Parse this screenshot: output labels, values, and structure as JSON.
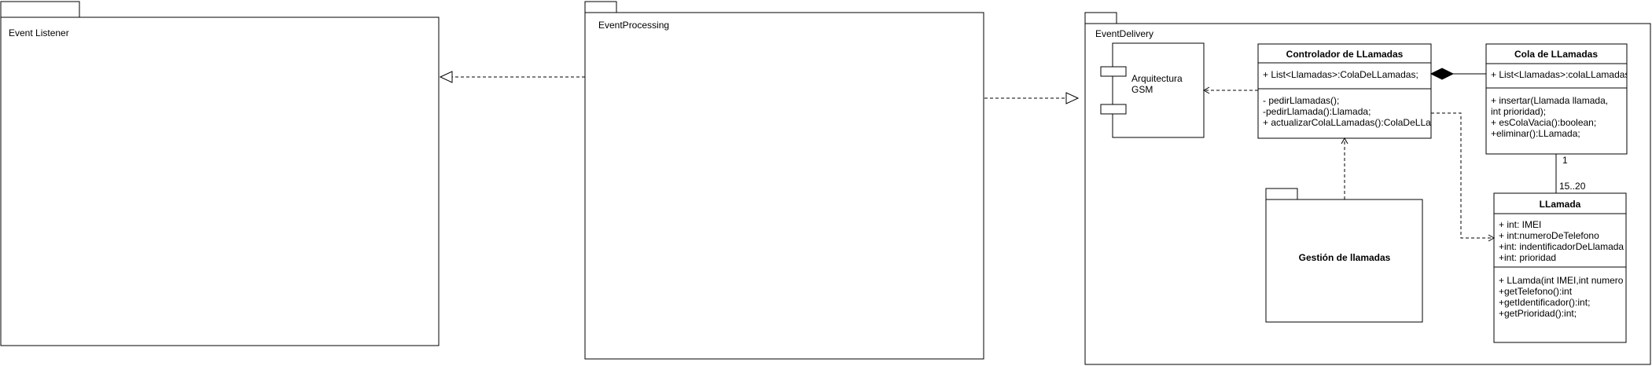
{
  "packages": {
    "event_listener": {
      "label": "Event Listener"
    },
    "event_processing": {
      "label": "EventProcessing"
    },
    "event_delivery": {
      "label": "EventDelivery"
    },
    "gestion": {
      "label": "Gestión de llamadas"
    }
  },
  "component": {
    "label_line1": "Arquitectura",
    "label_line2": "GSM"
  },
  "classes": {
    "controlador": {
      "name": "Controlador de LLamadas",
      "attributes": [
        "+ List<Llamadas>:ColaDeLLamadas;"
      ],
      "methods": [
        "- pedirLlamadas();",
        "-pedirLlamada():Llamada;",
        "+ actualizarColaLLamadas():ColaDeLLamadas;"
      ]
    },
    "cola": {
      "name": "Cola de LLamadas",
      "attributes": [
        "+ List<Llamadas>:colaLLamadas;"
      ],
      "methods": [
        "+ insertar(Llamada llamada,",
        "int prioridad);",
        "+ esColaVacia():boolean;",
        "+eliminar():LLamada;"
      ]
    },
    "llamada": {
      "name": "LLamada",
      "attributes": [
        "+ int: IMEI",
        "+ int:numeroDeTelefono",
        "+int: indentificadorDeLlamada",
        "+int: prioridad"
      ],
      "methods": [
        "+ LLamda(int IMEI,int numero",
        "+getTelefono():int",
        "+getIdentificador():int;",
        "+getPrioridad():int;"
      ]
    }
  },
  "multiplicity": {
    "cola_end": "1",
    "llamada_end": "15..20"
  }
}
